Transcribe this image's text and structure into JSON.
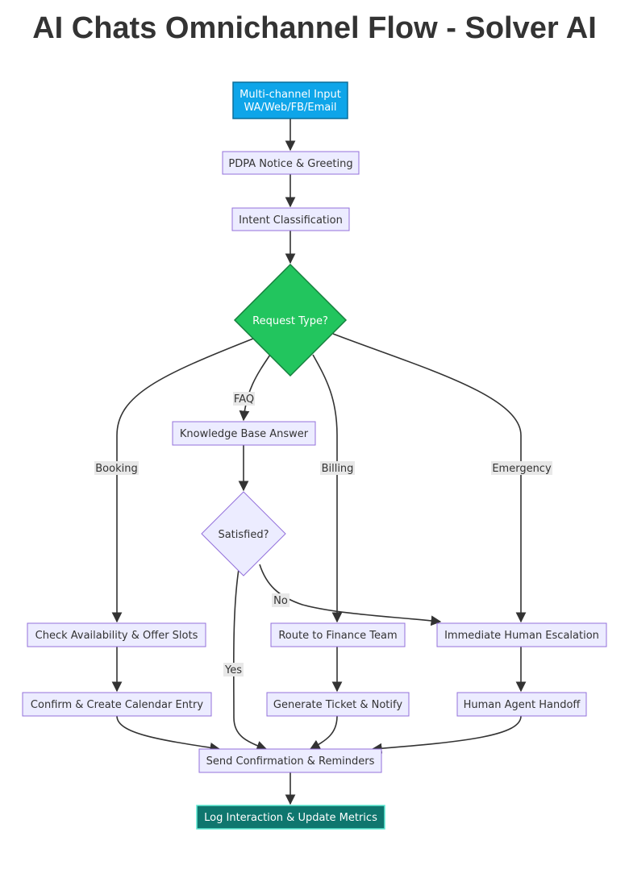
{
  "title": "AI Chats Omnichannel Flow - Solver AI",
  "colors": {
    "node_fill": "#ECECFF",
    "node_stroke": "#9370DB",
    "input_fill": "#0EA5E9",
    "input_stroke": "#0B6E9A",
    "decision_fill": "#22C55E",
    "decision_stroke": "#15803D",
    "output_fill": "#0F766E",
    "output_stroke": "#5EEAD4",
    "edge": "#333333",
    "label_bg": "#E8E8E8"
  },
  "nodes": {
    "input": {
      "line1": "Multi-channel Input",
      "line2": "WA/Web/FB/Email"
    },
    "pdpa": "PDPA Notice & Greeting",
    "intent": "Intent Classification",
    "request_type": "Request Type?",
    "kb_answer": "Knowledge Base Answer",
    "satisfied": "Satisfied?",
    "check_availability": "Check Availability & Offer Slots",
    "confirm_calendar": "Confirm & Create Calendar Entry",
    "route_finance": "Route to Finance Team",
    "generate_ticket": "Generate Ticket & Notify",
    "escalation": "Immediate Human Escalation",
    "agent_handoff": "Human Agent Handoff",
    "send_confirmation": "Send Confirmation & Reminders",
    "log_interaction": "Log Interaction & Update Metrics"
  },
  "edge_labels": {
    "faq": "FAQ",
    "booking": "Booking",
    "billing": "Billing",
    "emergency": "Emergency",
    "yes": "Yes",
    "no": "No"
  }
}
